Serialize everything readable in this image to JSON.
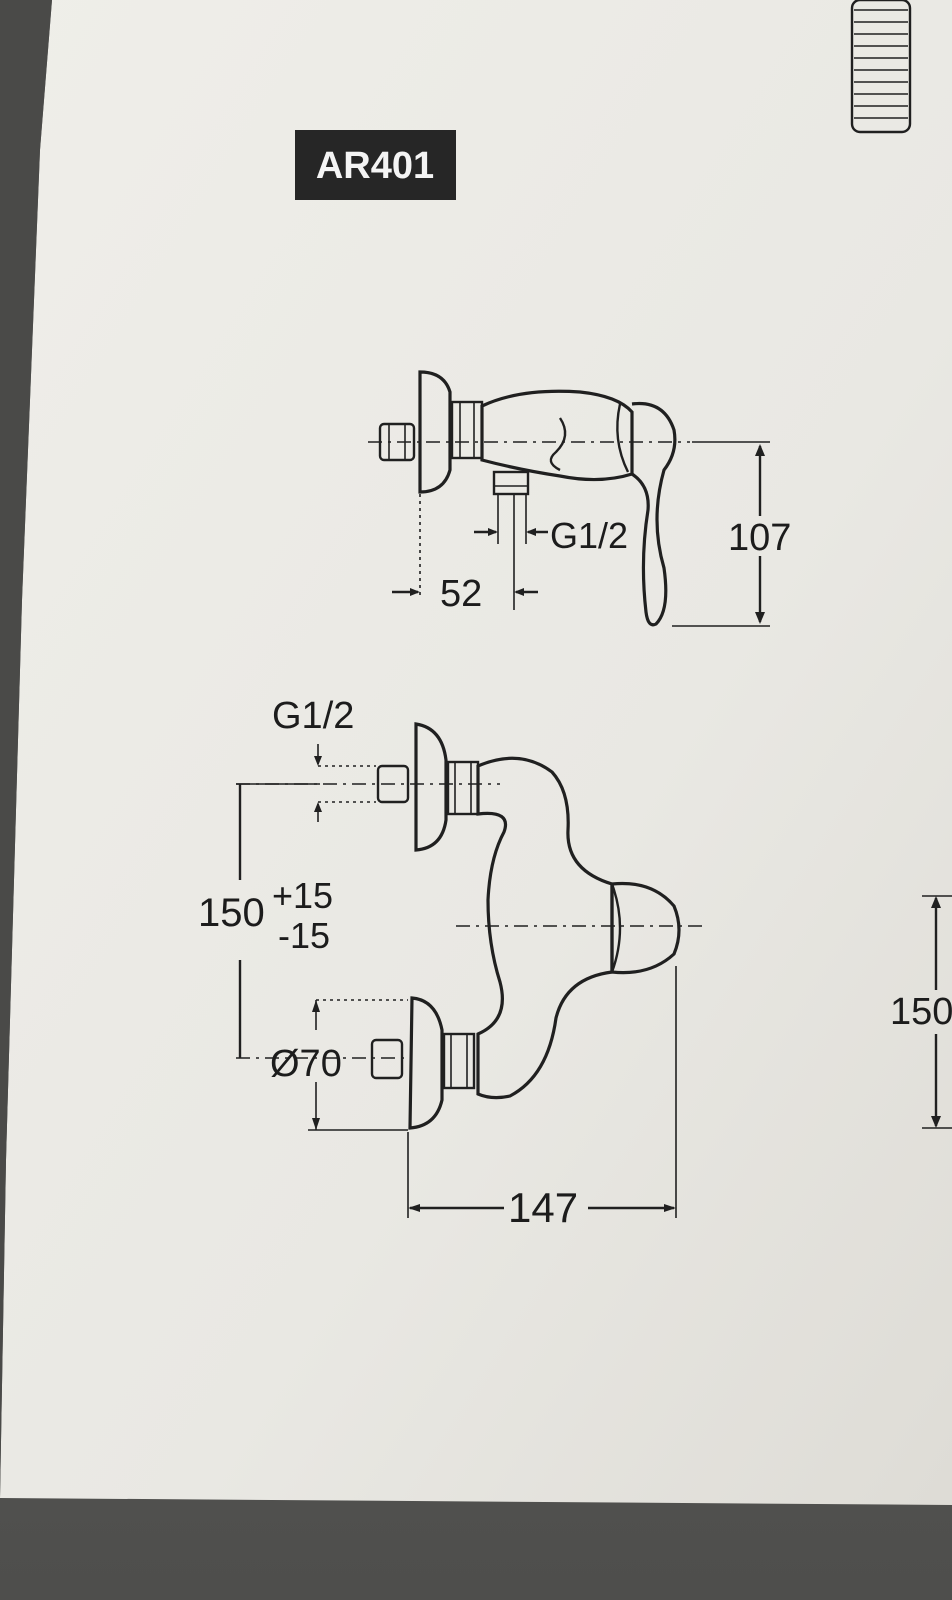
{
  "model_label": "AR401",
  "side_view": {
    "outlet_thread": "G1/2",
    "wall_to_outlet": "52",
    "height": "107"
  },
  "front_view": {
    "inlet_thread": "G1/2",
    "inlet_distance": "150",
    "tolerance_plus": "+15",
    "tolerance_minus": "-15",
    "flange_diameter": "Ø70",
    "depth": "147"
  },
  "neighbor_cut_dimension": "150",
  "colors": {
    "paper": "#ecebe6",
    "ink": "#1c1c1c",
    "label_bg": "#262626",
    "label_text": "#f4f4f4",
    "background": "#5f5f5d"
  }
}
